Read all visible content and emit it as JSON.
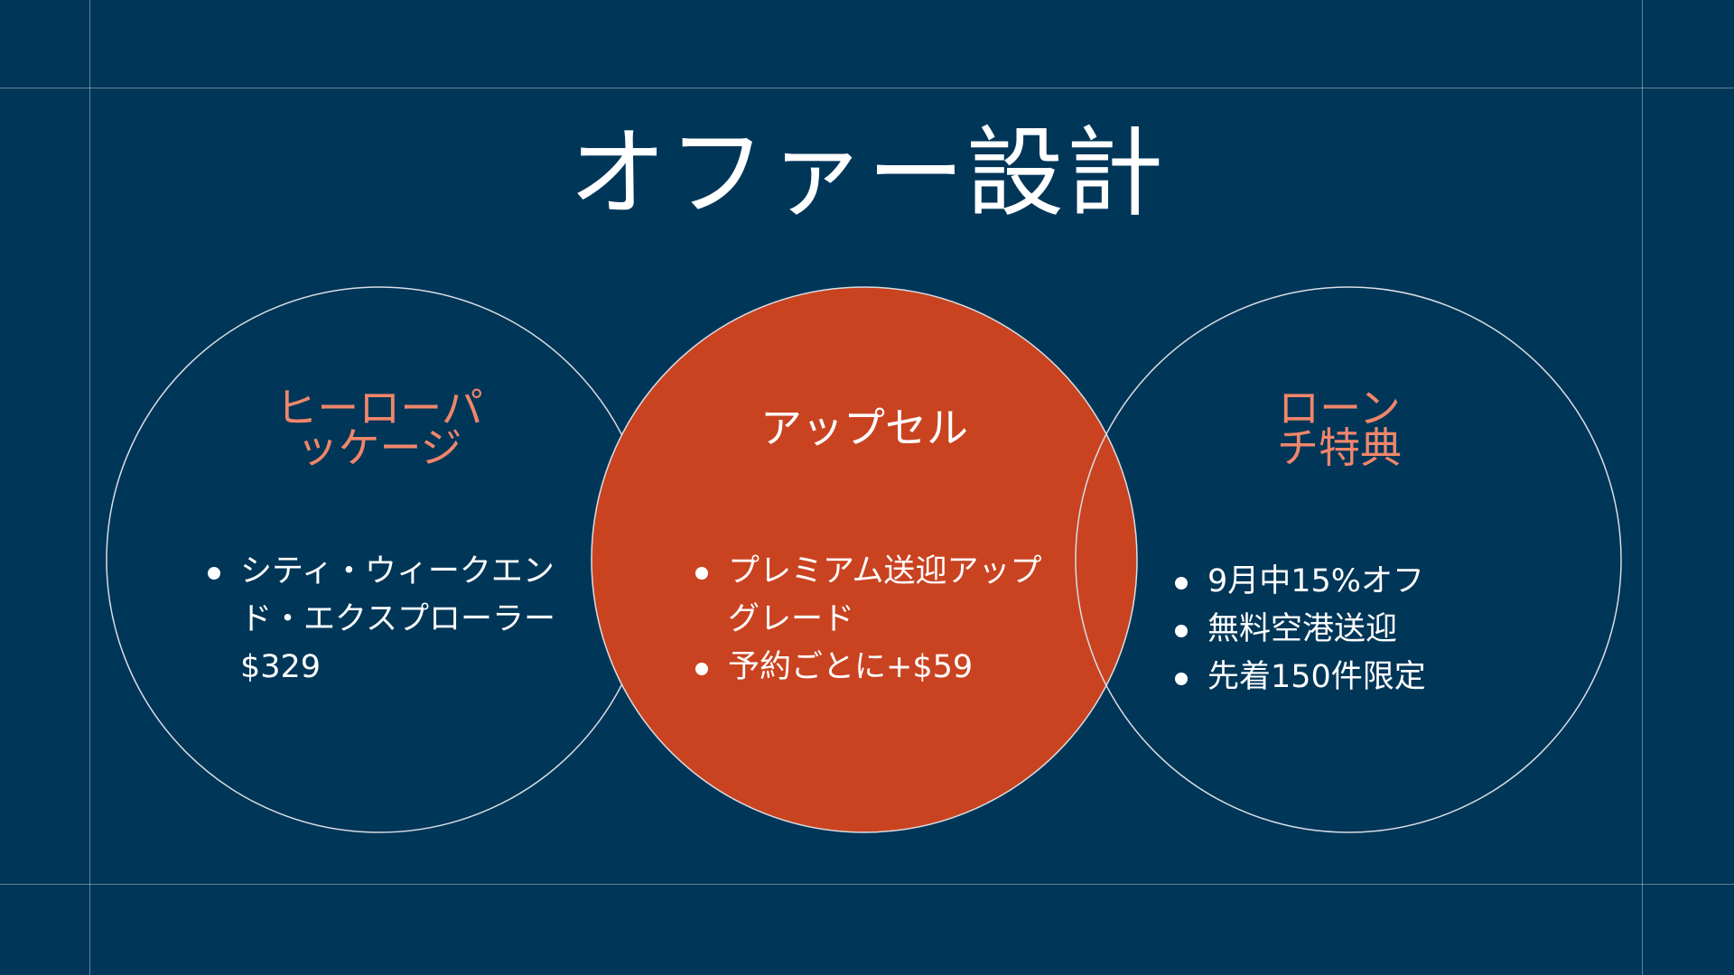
{
  "title": "オファー設計",
  "colors": {
    "background": "#003658",
    "accent_fill": "#c94321",
    "accent_text": "#f0866b",
    "outline": "#d9dde3"
  },
  "circles": [
    {
      "heading": "ヒーローパッケージ",
      "heading_lines": [
        "ヒーローパ",
        "ッケージ"
      ],
      "bullets": [
        "シティ・ウィークエンド・エクスプローラー $329"
      ]
    },
    {
      "heading": "アップセル",
      "heading_lines": [
        "アップセル"
      ],
      "bullets": [
        "プレミアム送迎アップグレード",
        "予約ごとに+$59"
      ]
    },
    {
      "heading": "ローンチ特典",
      "heading_lines": [
        "ローン",
        "チ特典"
      ],
      "bullets": [
        "9月中15%オフ",
        "無料空港送迎",
        "先着150件限定"
      ]
    }
  ]
}
